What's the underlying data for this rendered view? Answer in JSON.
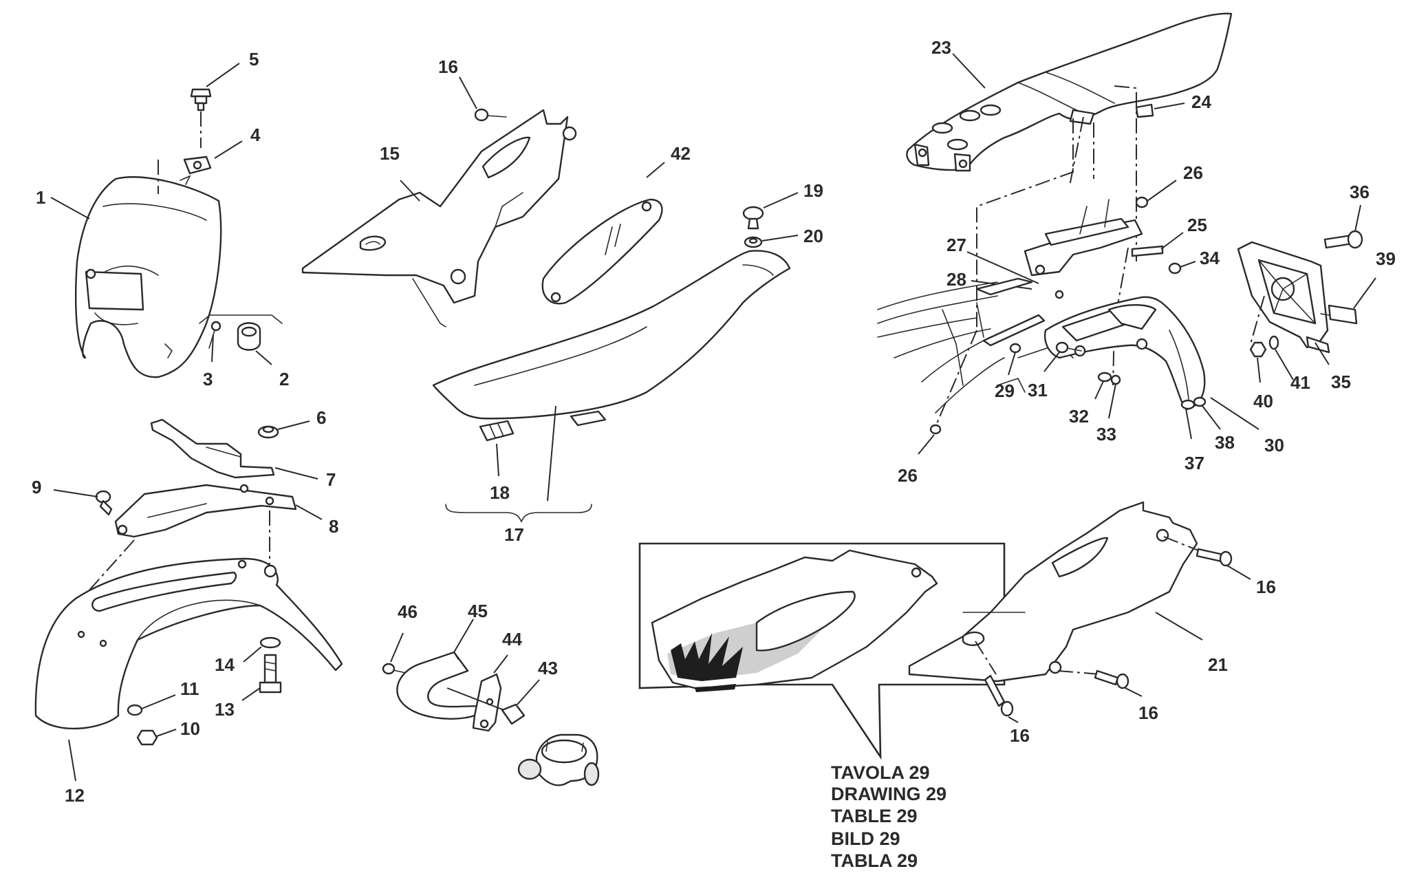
{
  "labels": {
    "l1": "1",
    "l2": "2",
    "l3": "3",
    "l4": "4",
    "l5": "5",
    "l6": "6",
    "l7": "7",
    "l8": "8",
    "l9": "9",
    "l10": "10",
    "l11": "11",
    "l12": "12",
    "l13": "13",
    "l14": "14",
    "l15": "15",
    "l16": "16",
    "l17": "17",
    "l18": "18",
    "l19": "19",
    "l20": "20",
    "l21": "21",
    "l23": "23",
    "l24": "24",
    "l25": "25",
    "l26": "26",
    "l27": "27",
    "l28": "28",
    "l29": "29",
    "l30": "30",
    "l31": "31",
    "l32": "32",
    "l33": "33",
    "l34": "34",
    "l35": "35",
    "l36": "36",
    "l37": "37",
    "l38": "38",
    "l39": "39",
    "l40": "40",
    "l41": "41",
    "l42": "42",
    "l43": "43",
    "l44": "44",
    "l45": "45",
    "l46": "46"
  },
  "caption": {
    "line1": "TAVOLA 29",
    "line2": "DRAWING 29",
    "line3": "TABLE 29",
    "line4": "BILD 29",
    "line5": "TABLA 29"
  },
  "colors": {
    "ink": "#2a2a2a",
    "paper": "#ffffff",
    "shade": "#e6e6e6"
  }
}
